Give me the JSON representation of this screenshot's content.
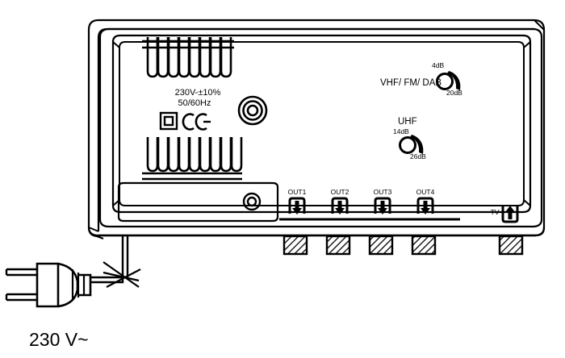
{
  "diagram": {
    "title": "tv-signal-amplifier-rear-panel",
    "colors": {
      "line": "#000000",
      "background": "#ffffff"
    },
    "power_label": {
      "voltage": "230V-±10%",
      "frequency": "50/60Hz",
      "class_symbol": "double-insulation-square",
      "certification_mark": "CE"
    },
    "knobs": [
      {
        "name": "VHF/ FM/ DAB",
        "min_label": "4dB",
        "max_label": "20dB"
      },
      {
        "name": "UHF",
        "min_label": "14dB",
        "max_label": "26dB"
      }
    ],
    "outputs": [
      {
        "label": "OUT1",
        "direction": "down"
      },
      {
        "label": "OUT2",
        "direction": "down"
      },
      {
        "label": "OUT3",
        "direction": "down"
      },
      {
        "label": "OUT4",
        "direction": "down"
      }
    ],
    "input": {
      "label": "TV",
      "direction": "up"
    },
    "connectors": {
      "coax_center": "coaxial-connector",
      "panel_jack": "panel-coaxial-jack"
    },
    "vents": {
      "upper_slots": 9,
      "lower_slots": 9
    },
    "feet_count": 5,
    "plug": {
      "type": "europlug-two-pin",
      "cable_break": true
    },
    "caption": "230 V~"
  }
}
